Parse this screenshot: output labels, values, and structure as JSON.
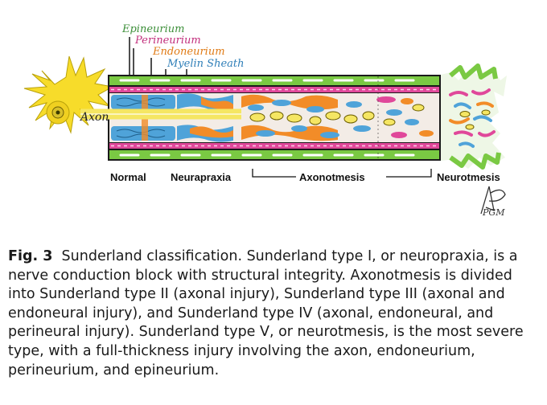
{
  "figure": {
    "layer_labels": {
      "epineurium": "Epineurium",
      "perineurium": "Perineurium",
      "endoneurium": "Endoneurium",
      "myelin_sheath": "Myelin Sheath"
    },
    "axon_label": "Axon",
    "stages": {
      "normal": "Normal",
      "neurapraxia": "Neurapraxia",
      "axonotmesis": "Axonotmesis",
      "neurotmesis": "Neurotmesis"
    },
    "signature": "PGM",
    "colors": {
      "epineurium": "#7ac943",
      "perineurium": "#e0489a",
      "endoneurium": "#f28c28",
      "myelin": "#4fa3d9",
      "axon": "#f5e663"
    }
  },
  "caption": {
    "fig_label": "Fig. 3",
    "text": "Sunderland classification. Sunderland type I, or neuropraxia, is a nerve conduction block with structural integrity. Axonotmesis is divided into Sunderland type II (axonal injury), Sunderland type III (axonal and endoneural injury), and Sunderland type IV (axonal, endoneural, and perineural injury). Sunderland type V, or neurotmesis, is the most severe type, with a full-thickness injury involving the axon, endoneurium, perineurium, and epineurium."
  }
}
